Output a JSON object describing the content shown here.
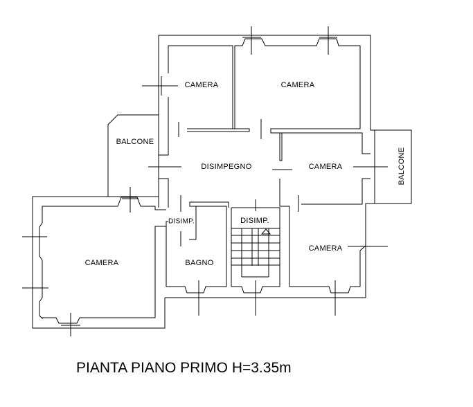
{
  "plan": {
    "rooms": [
      {
        "id": "camera-nw",
        "label": "CAMERA"
      },
      {
        "id": "camera-n",
        "label": "CAMERA"
      },
      {
        "id": "balcone-w",
        "label": "BALCONE"
      },
      {
        "id": "disimpegno",
        "label": "DISIMPEGNO"
      },
      {
        "id": "camera-e",
        "label": "CAMERA"
      },
      {
        "id": "balcone-e",
        "label": "BALCONE"
      },
      {
        "id": "disimp-1",
        "label": "DISIMP."
      },
      {
        "id": "disimp-2",
        "label": "DISIMP."
      },
      {
        "id": "camera-sw",
        "label": "CAMERA"
      },
      {
        "id": "bagno",
        "label": "BAGNO"
      },
      {
        "id": "camera-se",
        "label": "CAMERA"
      }
    ],
    "title": "PIANTA PIANO PRIMO H=3.35m",
    "line_color": "#000000"
  }
}
